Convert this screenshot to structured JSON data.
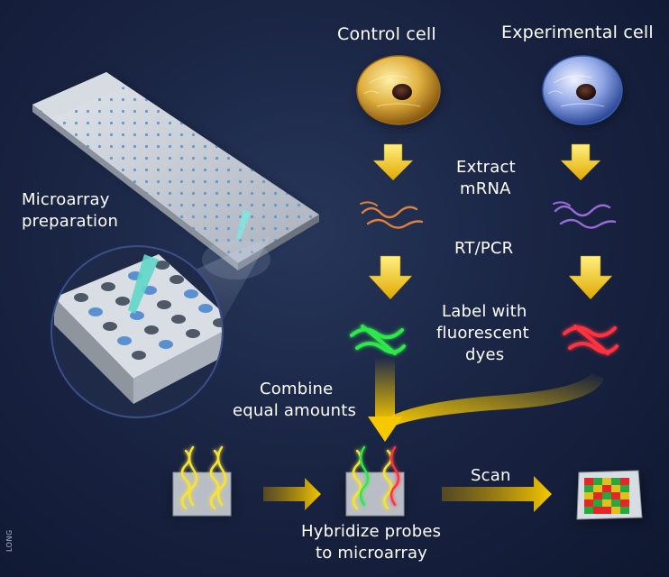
{
  "labels": {
    "control_cell": "Control cell",
    "experimental_cell": "Experimental cell",
    "extract_line1": "Extract",
    "extract_line2": "mRNA",
    "rtpcr": "RT/PCR",
    "label_line1": "Label with",
    "label_line2": "fluorescent",
    "label_line3": "dyes",
    "microarray_line1": "Microarray",
    "microarray_line2": "preparation",
    "combine_line1": "Combine",
    "combine_line2": "equal amounts",
    "scan": "Scan",
    "hybridize_line1": "Hybridize probes",
    "hybridize_line2": "to microarray",
    "credit": "LONG"
  },
  "colors": {
    "background": "#1a2544",
    "arrow": "#f2c200",
    "control_cell": "#e0b040",
    "experimental_cell": "#8fa6e6",
    "control_mrna": "#e0803a",
    "experimental_mrna": "#9a6ad8",
    "green_dye": "#2de84a",
    "red_dye": "#ff3040",
    "probe": "#f6e23a",
    "slide": "#c9ced6"
  }
}
